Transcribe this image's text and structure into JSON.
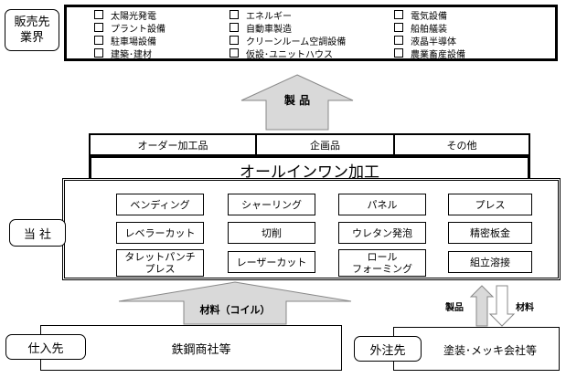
{
  "customers": {
    "label": "販売先\n業界",
    "industries": [
      "太陽光発電",
      "プラント設備",
      "駐車場設備",
      "建築･建材",
      "エネルギー",
      "自動車製造",
      "クリーンルーム空調設備",
      "仮設･ユニットハウス",
      "電気設備",
      "船舶艤装",
      "液晶半導体",
      "農業畜産設備"
    ]
  },
  "product_arrow": {
    "label": "製 品"
  },
  "offerings": {
    "items": [
      "オーダー加工品",
      "企画品",
      "その他"
    ],
    "banner": "オールインワン加工"
  },
  "company": {
    "label": "当 社",
    "processes": [
      "ベンディング",
      "シャーリング",
      "パネル",
      "プレス",
      "レベラーカット",
      "切削",
      "ウレタン発泡",
      "精密板金",
      "タレットパンチ\nプレス",
      "レーザーカット",
      "ロール\nフォーミング",
      "組立溶接"
    ]
  },
  "material_arrow": {
    "label": "材料（コイル）"
  },
  "supplier": {
    "label": "仕入先",
    "name": "鉄鋼商社等"
  },
  "subcontract": {
    "label": "外注先",
    "name": "塗装･メッキ会社等",
    "up_label": "製品",
    "down_label": "材料"
  }
}
